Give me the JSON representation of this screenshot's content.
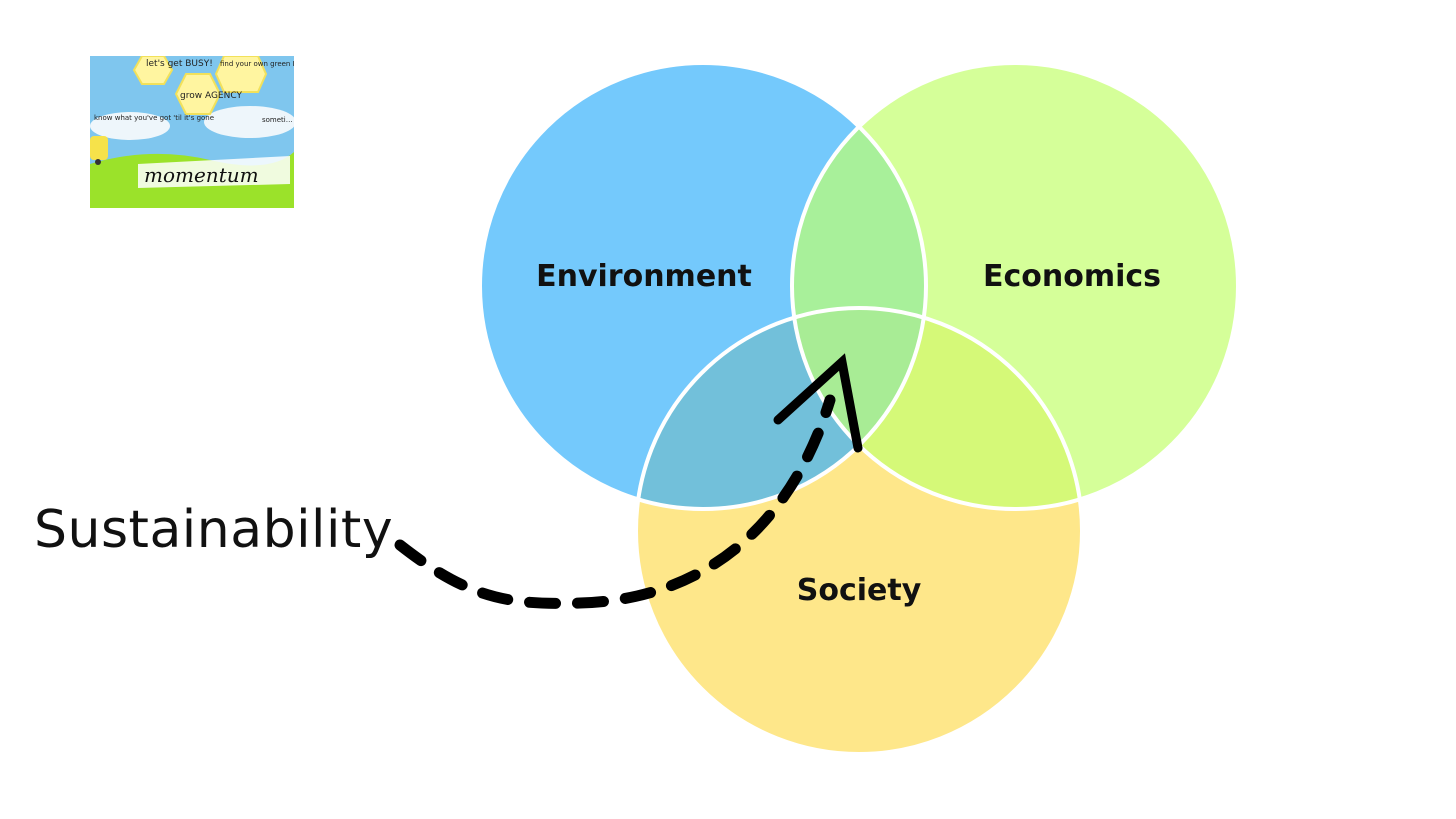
{
  "diagram": {
    "circles": [
      {
        "id": "environment",
        "label": "Environment",
        "color": "#74c9fc"
      },
      {
        "id": "economics",
        "label": "Economics",
        "color": "#d5ff99"
      },
      {
        "id": "society",
        "label": "Society",
        "color": "#fee78a"
      }
    ],
    "overlap_colors": {
      "environment_economics": "#a8f09a",
      "environment_society": "#72c0da",
      "economics_society": "#d5f978",
      "center": "#a8ec95"
    },
    "callout_label": "Sustainability",
    "arrow_color": "#000000"
  },
  "thumbnail": {
    "words": [
      "let's get BUSY!",
      "grow AGENCY",
      "find your own green PURPOSE",
      "know what you've got 'til it's gone",
      "someti… so s…",
      "momentum"
    ],
    "colors": {
      "sky": "#7fc6ee",
      "grass": "#9be22a",
      "hex": "#fff5a0",
      "hex_border": "#f2e15a",
      "bus": "#f6e24a"
    }
  }
}
